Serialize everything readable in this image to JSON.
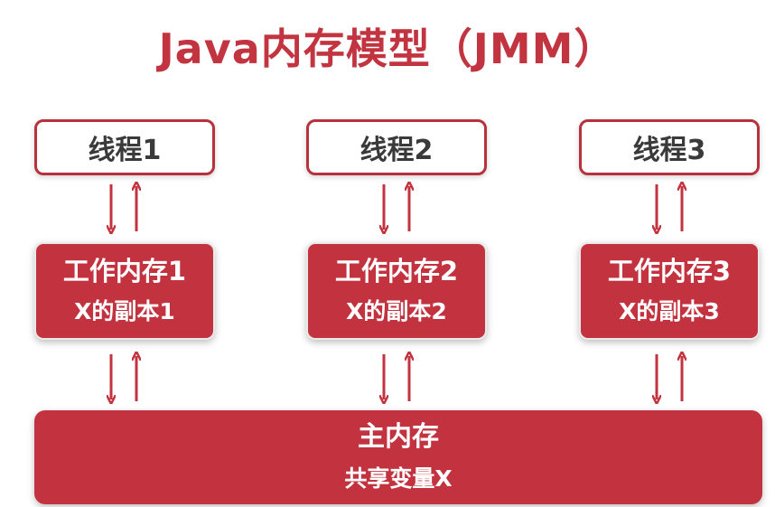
{
  "title": "Java内存模型（JMM）",
  "threads": [
    {
      "label": "线程1",
      "work_memory": "工作内存1",
      "copy": "X的副本1"
    },
    {
      "label": "线程2",
      "work_memory": "工作内存2",
      "copy": "X的副本2"
    },
    {
      "label": "线程3",
      "work_memory": "工作内存3",
      "copy": "X的副本3"
    }
  ],
  "main_memory": {
    "label": "主内存",
    "shared": "共享变量X"
  },
  "colors": {
    "accent": "#c2333f",
    "border": "#b8323d",
    "title": "#c23440",
    "arrow": "#c2333f"
  }
}
